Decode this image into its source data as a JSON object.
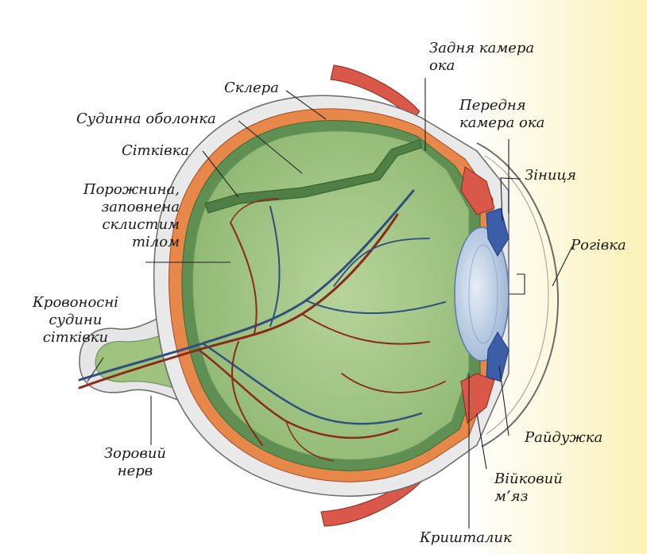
{
  "colors": {
    "background": "#ffffff",
    "sclera": "#e9e9e9",
    "choroid": "#e8874a",
    "retina": "#5f8f52",
    "vitreous": "#a9c98a",
    "vessel_red": "#8a2a1a",
    "vessel_blue": "#2f4f7f",
    "muscle": "#d9584a",
    "lens": "#b9cde3",
    "iris": "#3c5ea8",
    "cornea_highlight": "#fbf1b8"
  },
  "labels": {
    "sclera": "Склера",
    "choroid": "Судинна оболонка",
    "retina": "Сітківка",
    "vitreous_line1": "Порожнина,",
    "vitreous_line2": "заповнена",
    "vitreous_line3": "склистим",
    "vitreous_line4": "тілом",
    "vessels_line1": "Кровоносні",
    "vessels_line2": "судини",
    "vessels_line3": "сітківки",
    "optic_nerve_line1": "Зоровий",
    "optic_nerve_line2": "нерв",
    "posterior_chamber_line1": "Задня камера",
    "posterior_chamber_line2": "ока",
    "anterior_chamber_line1": "Передня",
    "anterior_chamber_line2": "камера ока",
    "pupil": "Зіниця",
    "cornea": "Рогівка",
    "iris": "Райдужка",
    "ciliary_muscle_line1": "Війковий",
    "ciliary_muscle_line2": "м’яз",
    "lens": "Кришталик"
  }
}
